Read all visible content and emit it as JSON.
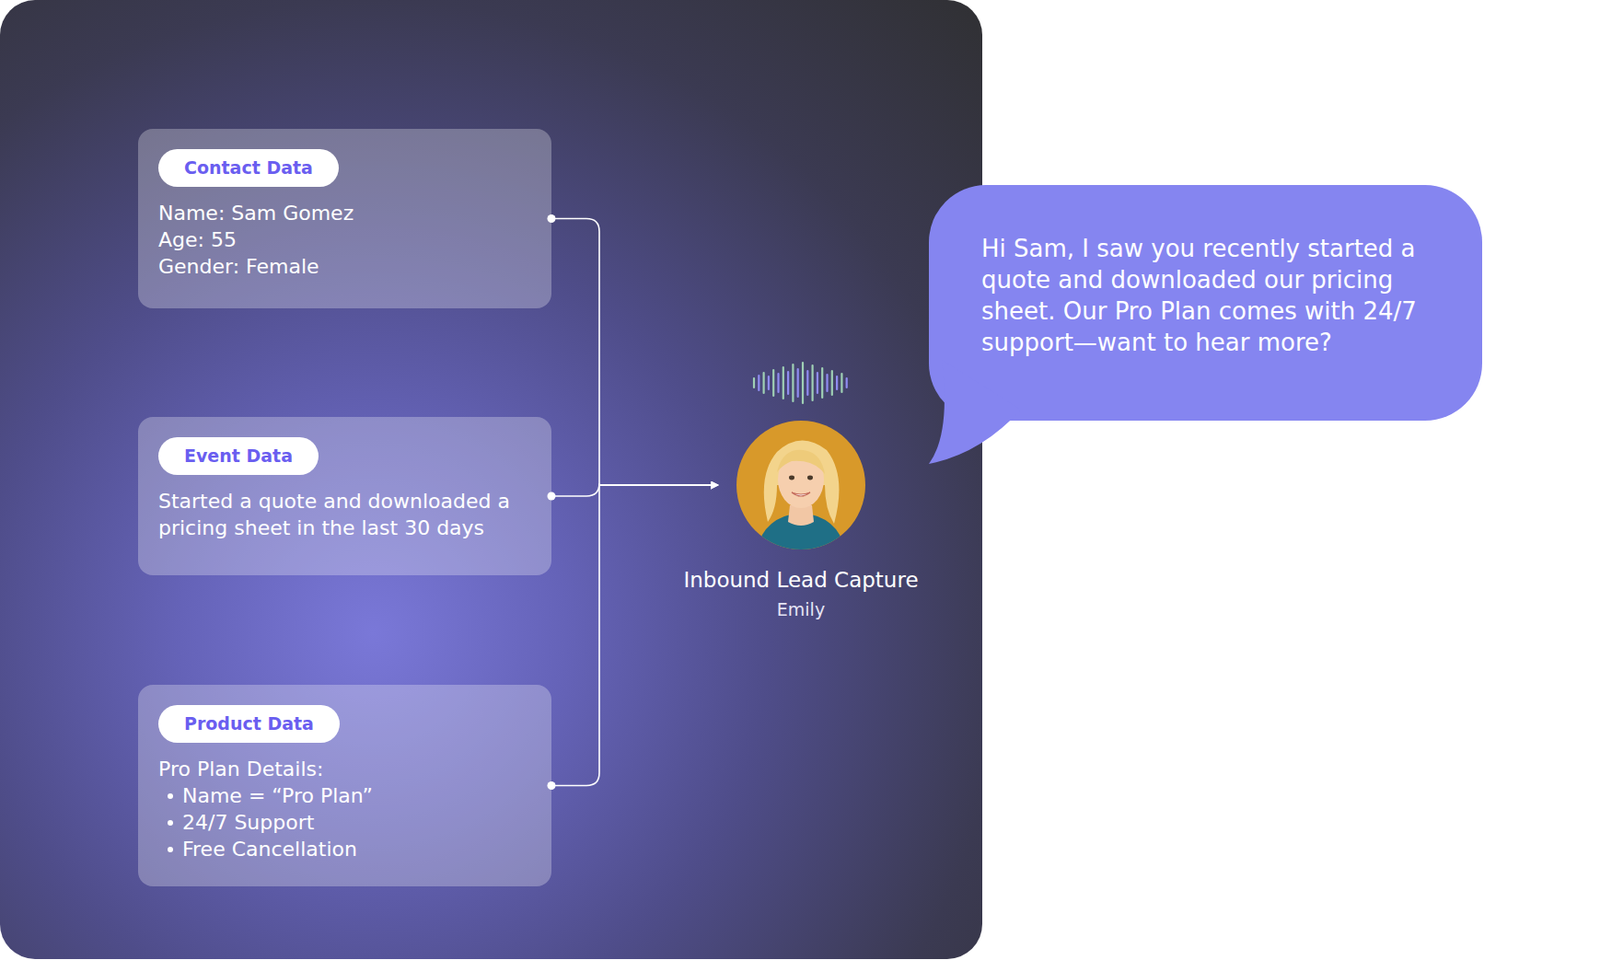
{
  "diagram": {
    "nodes": [
      {
        "text": [
          "Contact Data",
          "Name: Sam Gomez",
          "Age: 55",
          "Gender: Female"
        ]
      },
      {
        "text": [
          "Event Data",
          "Started a quote and downloaded a pricing sheet in the last 30 days"
        ]
      },
      {
        "text": [
          "Product Data",
          "Pro Plan Details:",
          "Name = “Pro Plan”",
          "24/7 Support",
          "Free Cancellation"
        ]
      },
      {
        "text": [
          "Inbound Lead Capture",
          "Emily"
        ]
      },
      {
        "text": [
          "Hi Sam, I saw you recently started a quote and downloaded our pricing sheet. Our Pro Plan comes with 24/7 support—want to hear more?"
        ]
      }
    ],
    "edges": [
      {
        "from": 0,
        "to": 3,
        "arrow": "to"
      },
      {
        "from": 1,
        "to": 3,
        "arrow": "to"
      },
      {
        "from": 2,
        "to": 3,
        "arrow": "to"
      }
    ]
  }
}
